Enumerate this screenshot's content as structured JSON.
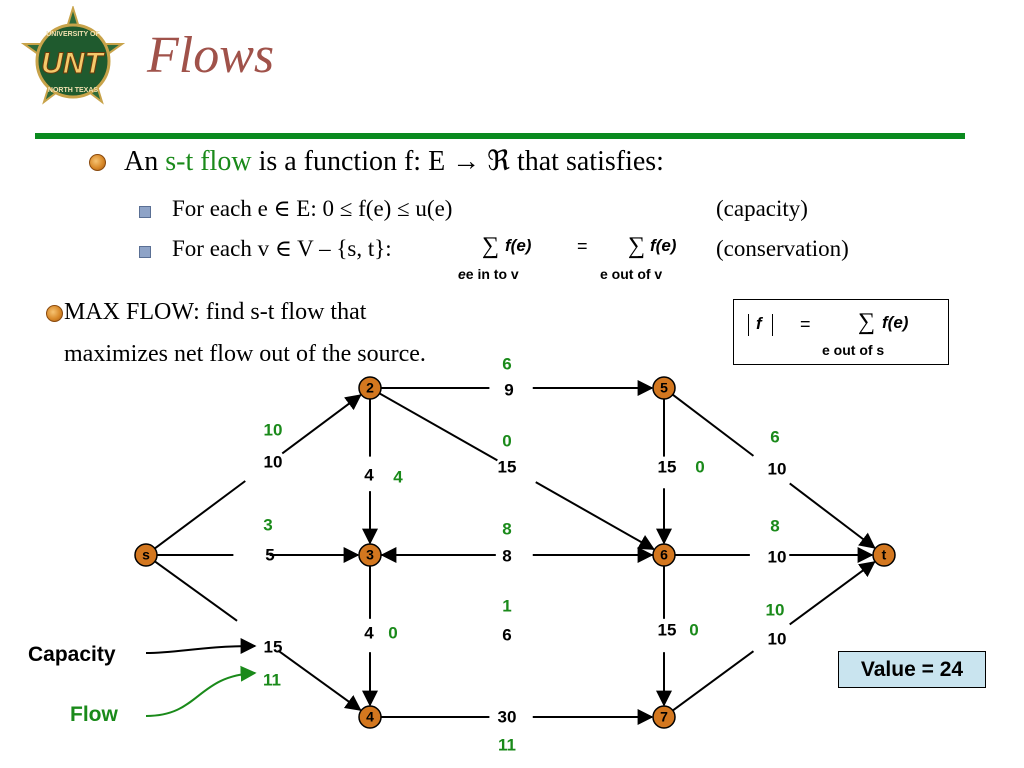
{
  "slide": {
    "title": "Flows",
    "logo_text": "UNT",
    "logo_ring_top": "UNIVERSITY OF",
    "logo_ring_bottom": "NORTH TEXAS"
  },
  "definition": {
    "line_prefix": "An",
    "st_flow": "s-t flow",
    "line_rest": "is a function  f: E → ℜ  that satisfies:",
    "capacity_rule": "For each e ∈ E: 0  ≤  f(e)  ≤ u(e)",
    "capacity_tag": "(capacity)",
    "conservation_rule": "For each v ∈ V – {s, t}:",
    "sum_left_term": "f(e)",
    "sum_left_sub": "e in to v",
    "equals": "=",
    "sum_right_term": "f(e)",
    "sum_right_sub": "e out of v",
    "conservation_tag": "(conservation)",
    "sigma": "∑"
  },
  "maxflow": {
    "line1": "MAX FLOW:  find s-t flow that",
    "line2": "maximizes net flow out of the source."
  },
  "flow_value_formula": {
    "lhs": "f",
    "equals": "=",
    "sigma": "∑",
    "term": "f(e)",
    "sub": "e out of s"
  },
  "graph": {
    "node_color": "#d3771f",
    "edge_color": "#000000",
    "flow_color": "#1a8a1a",
    "nodes": [
      {
        "id": "s",
        "label": "s"
      },
      {
        "id": "2",
        "label": "2"
      },
      {
        "id": "3",
        "label": "3"
      },
      {
        "id": "4",
        "label": "4"
      },
      {
        "id": "5",
        "label": "5"
      },
      {
        "id": "6",
        "label": "6"
      },
      {
        "id": "7",
        "label": "7"
      },
      {
        "id": "t",
        "label": "t"
      }
    ],
    "edges": [
      {
        "from": "s",
        "to": "2",
        "capacity": "10",
        "flow": "10"
      },
      {
        "from": "s",
        "to": "3",
        "capacity": "5",
        "flow": "3"
      },
      {
        "from": "s",
        "to": "4",
        "capacity": "15",
        "flow": "11"
      },
      {
        "from": "2",
        "to": "5",
        "capacity": "9",
        "flow": "6"
      },
      {
        "from": "2",
        "to": "3",
        "capacity": "4",
        "flow": "4"
      },
      {
        "from": "2",
        "to": "6",
        "capacity": "15",
        "flow": "0"
      },
      {
        "from": "3",
        "to": "6",
        "capacity": "8",
        "flow": "8"
      },
      {
        "from": "3",
        "to": "4",
        "capacity": "4",
        "flow": "0"
      },
      {
        "from": "6",
        "to": "3",
        "capacity": "6",
        "flow": "1"
      },
      {
        "from": "4",
        "to": "7",
        "capacity": "30",
        "flow": "11"
      },
      {
        "from": "5",
        "to": "6",
        "capacity": "15",
        "flow": "0"
      },
      {
        "from": "5",
        "to": "t",
        "capacity": "10",
        "flow": "6"
      },
      {
        "from": "6",
        "to": "t",
        "capacity": "10",
        "flow": "8"
      },
      {
        "from": "6",
        "to": "7",
        "capacity": "15",
        "flow": "0"
      },
      {
        "from": "7",
        "to": "t",
        "capacity": "10",
        "flow": "10"
      }
    ]
  },
  "legend": {
    "capacity": "Capacity",
    "flow": "Flow"
  },
  "value_box": "Value = 24"
}
